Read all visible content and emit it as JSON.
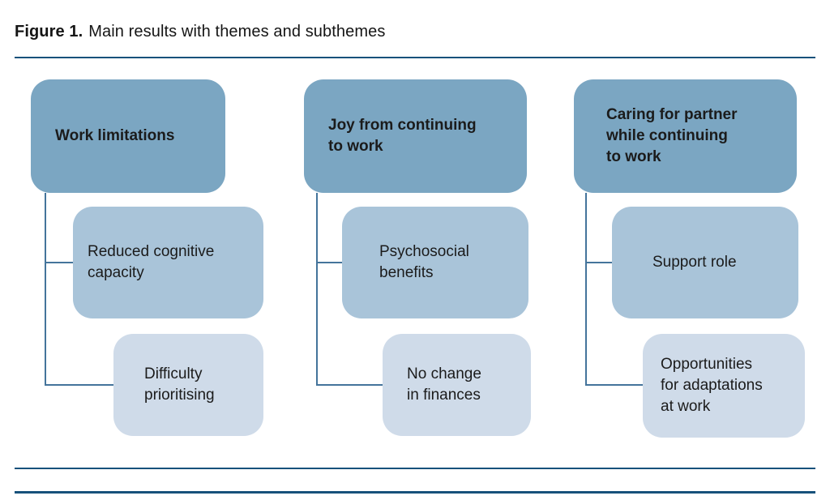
{
  "figure": {
    "label": "Figure 1.",
    "title": "Main results with themes and subthemes"
  },
  "colors": {
    "theme_box": "#7ba6c2",
    "subtheme1_box": "#a9c4d9",
    "subtheme2_box": "#cfdbe9",
    "rule": "#17517b",
    "connector": "#44749b"
  },
  "columns": [
    {
      "theme": "Work limitations",
      "subthemes": [
        "Reduced cognitive\ncapacity",
        "Difficulty\nprioritising"
      ]
    },
    {
      "theme": "Joy from continuing\nto work",
      "subthemes": [
        "Psychosocial\nbenefits",
        "No change\nin finances"
      ]
    },
    {
      "theme": "Caring for partner\nwhile continuing\nto work",
      "subthemes": [
        "Support role",
        "Opportunities\nfor adaptations\nat work"
      ]
    }
  ]
}
